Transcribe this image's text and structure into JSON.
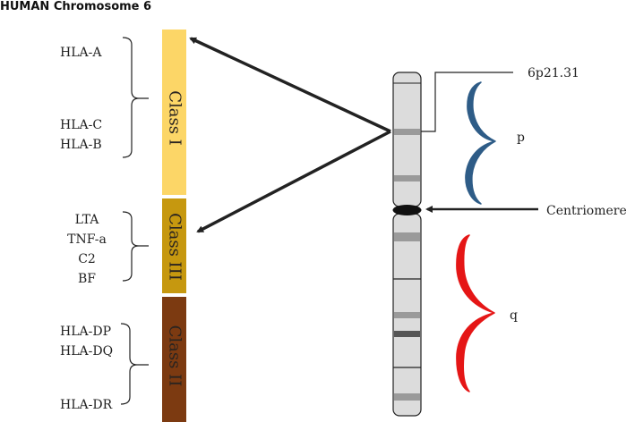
{
  "title": "HUMAN Chromosome 6",
  "classes": [
    {
      "label": "Class I",
      "color": "#fcd667",
      "genes": [
        "HLA-A",
        "HLA-C",
        "HLA-B"
      ]
    },
    {
      "label": "Class III",
      "color": "#c6980f",
      "genes": [
        "LTA",
        "TNF-a",
        "C2",
        "BF"
      ]
    },
    {
      "label": "Class II",
      "color": "#7c3a11",
      "genes": [
        "HLA-DP",
        "HLA-DQ",
        "HLA-DR"
      ]
    }
  ],
  "chromosome": {
    "band_label": "6p21.31",
    "p_arm_label": "p",
    "q_arm_label": "q",
    "centromere_label": "Centriomere",
    "body_color": "#dcdcdc",
    "band_color": "#9a9a9a",
    "dark_band_color": "#555555",
    "p_brace_color": "#2e5c87",
    "q_brace_color": "#e51616"
  }
}
